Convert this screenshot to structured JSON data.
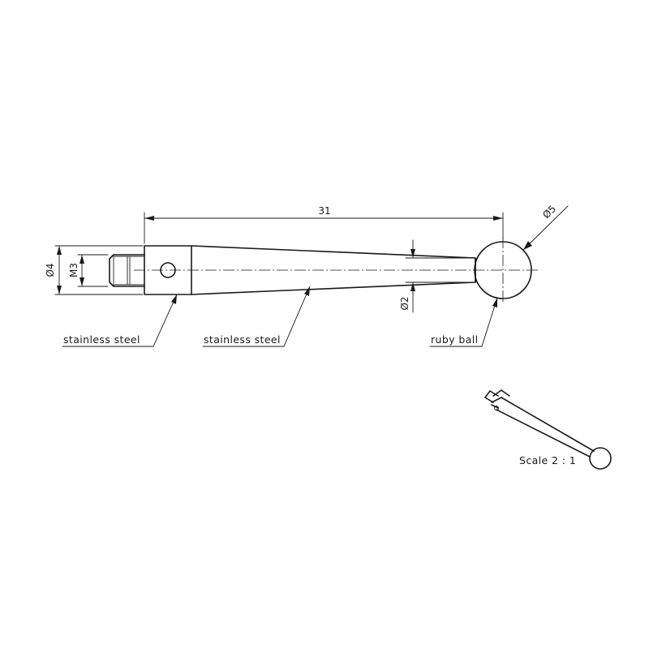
{
  "dimensions": {
    "length": "31",
    "ball_diameter": "Ø5",
    "stem_diameter": "Ø4",
    "thread": "M3",
    "tip_diameter": "Ø2"
  },
  "callouts": {
    "left_material": "stainless steel",
    "middle_material": "stainless steel",
    "ball_material": "ruby ball"
  },
  "scale_note": "Scale 2 : 1"
}
